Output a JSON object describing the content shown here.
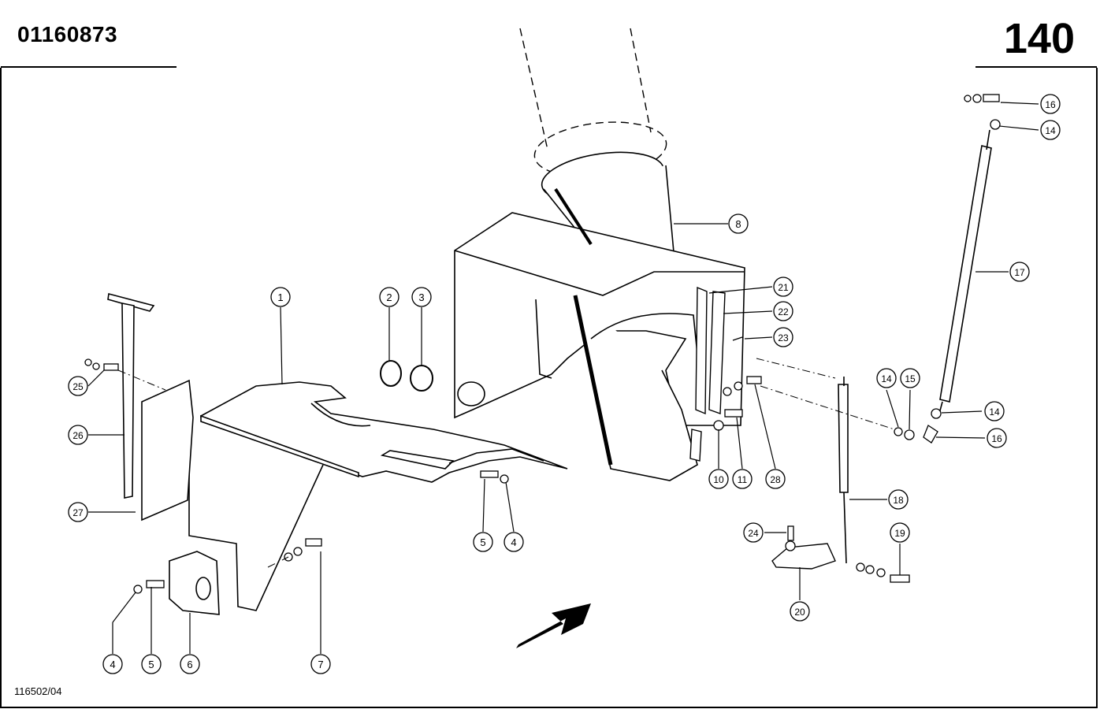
{
  "header": {
    "doc_number": "01160873",
    "page_number": "140"
  },
  "footer": {
    "reference_code": "116502/04"
  },
  "callouts": [
    {
      "id": "c1",
      "label": "1"
    },
    {
      "id": "c2",
      "label": "2"
    },
    {
      "id": "c3",
      "label": "3"
    },
    {
      "id": "c4a",
      "label": "4"
    },
    {
      "id": "c5a",
      "label": "5"
    },
    {
      "id": "c4b",
      "label": "4"
    },
    {
      "id": "c5b",
      "label": "5"
    },
    {
      "id": "c6",
      "label": "6"
    },
    {
      "id": "c7",
      "label": "7"
    },
    {
      "id": "c8",
      "label": "8"
    },
    {
      "id": "c10",
      "label": "10"
    },
    {
      "id": "c11",
      "label": "11"
    },
    {
      "id": "c14a",
      "label": "14"
    },
    {
      "id": "c14b",
      "label": "14"
    },
    {
      "id": "c14c",
      "label": "14"
    },
    {
      "id": "c15",
      "label": "15"
    },
    {
      "id": "c16a",
      "label": "16"
    },
    {
      "id": "c16b",
      "label": "16"
    },
    {
      "id": "c17",
      "label": "17"
    },
    {
      "id": "c18",
      "label": "18"
    },
    {
      "id": "c19",
      "label": "19"
    },
    {
      "id": "c20",
      "label": "20"
    },
    {
      "id": "c21",
      "label": "21"
    },
    {
      "id": "c22",
      "label": "22"
    },
    {
      "id": "c23",
      "label": "23"
    },
    {
      "id": "c24",
      "label": "24"
    },
    {
      "id": "c25",
      "label": "25"
    },
    {
      "id": "c26",
      "label": "26"
    },
    {
      "id": "c27",
      "label": "27"
    },
    {
      "id": "c28",
      "label": "28"
    }
  ]
}
